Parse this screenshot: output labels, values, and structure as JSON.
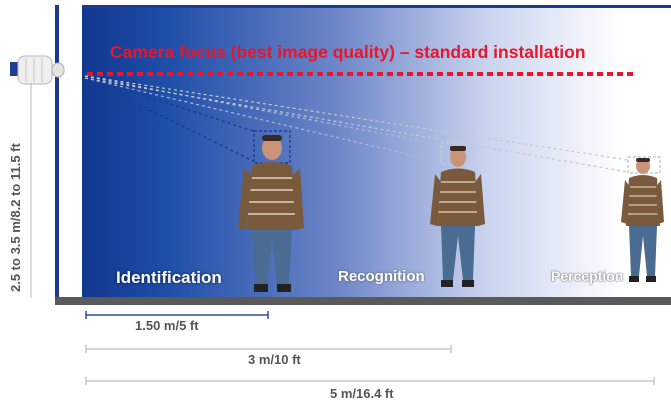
{
  "title": "Camera focus (best image quality) – standard installation",
  "height_label": "2.5 to 3.5 m/8.2 to 11.5 ft",
  "zones": [
    {
      "label": "Identification"
    },
    {
      "label": "Recognition"
    },
    {
      "label": "Perception"
    }
  ],
  "distances": [
    {
      "label": "1.50 m/5 ft"
    },
    {
      "label": "3 m/10 ft"
    },
    {
      "label": "5 m/16.4 ft"
    }
  ],
  "colors": {
    "focus_line": "#e8162b",
    "wall_dark": "#0d2f86",
    "floor": "#5a5a5a",
    "dimension_line": "#2d4f9e"
  },
  "icons": [
    "camera-icon",
    "person-icon"
  ]
}
